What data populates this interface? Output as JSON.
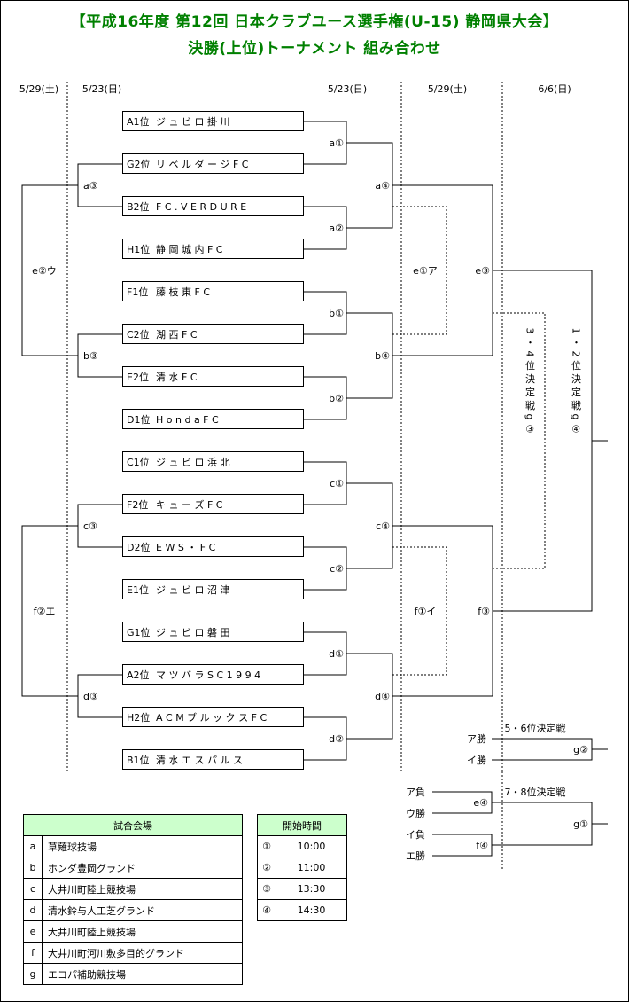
{
  "title_line1": "【平成16年度 第12回 日本クラブユース選手権(U-15) 静岡県大会】",
  "title_line2": "決勝(上位)トーナメント 組み合わせ",
  "dates": [
    "5/29(土)",
    "5/23(日)",
    "5/23(日)",
    "5/29(土)",
    "6/6(日)"
  ],
  "teams": [
    {
      "rank": "A1位",
      "name": "ジ ュ ビ ロ 掛 川"
    },
    {
      "rank": "G2位",
      "name": "リ ベ ル ダ ー ジ F C"
    },
    {
      "rank": "B2位",
      "name": "F C . V E R D U R E"
    },
    {
      "rank": "H1位",
      "name": "静 岡 城 内 F C"
    },
    {
      "rank": "F1位",
      "name": "藤 枝 東 F C"
    },
    {
      "rank": "C2位",
      "name": "湖 西 F C"
    },
    {
      "rank": "E2位",
      "name": "清 水 F C"
    },
    {
      "rank": "D1位",
      "name": "H o n d a F C"
    },
    {
      "rank": "C1位",
      "name": "ジ ュ ビ ロ 浜 北"
    },
    {
      "rank": "F2位",
      "name": "キ ュ ー ズ F C"
    },
    {
      "rank": "D2位",
      "name": "E W S ・ F C"
    },
    {
      "rank": "E1位",
      "name": "ジ ュ ビ ロ 沼 津"
    },
    {
      "rank": "G1位",
      "name": "ジ ュ ビ ロ 磐 田"
    },
    {
      "rank": "A2位",
      "name": "マ ツ バ ラ S C 1 9 9 4"
    },
    {
      "rank": "H2位",
      "name": "A C M ブ ル ッ ク ス F C"
    },
    {
      "rank": "B1位",
      "name": "清 水 エ ス パ ル ス"
    }
  ],
  "match_labels": {
    "r1": [
      "a①",
      "a②",
      "b①",
      "b②",
      "c①",
      "c②",
      "d①",
      "d②"
    ],
    "r2": [
      "a④",
      "b④",
      "c④",
      "d④"
    ],
    "semi": [
      "e③",
      "f③"
    ],
    "left_r2": [
      "a③",
      "b③",
      "c③",
      "d③"
    ],
    "left_final": [
      "e②ウ",
      "f②エ"
    ],
    "consolation": [
      "e①ア",
      "f①イ"
    ]
  },
  "final_12": "1・2位決定戦g④",
  "final_34": "3・4位決定戦g③",
  "place56": {
    "title": "5・6位決定戦",
    "entries": [
      "ア勝",
      "イ勝"
    ],
    "match": "g②"
  },
  "place78": {
    "title": "7・8位決定戦",
    "entries": [
      "ア負",
      "ウ勝",
      "イ負",
      "エ勝"
    ],
    "matches": [
      "e④",
      "f④"
    ],
    "final": "g①"
  },
  "venues": {
    "header": "試合会場",
    "rows": [
      {
        "key": "a",
        "name": "草薙球技場"
      },
      {
        "key": "b",
        "name": "ホンダ豊岡グランド"
      },
      {
        "key": "c",
        "name": "大井川町陸上競技場"
      },
      {
        "key": "d",
        "name": "清水鈴与人工芝グランド"
      },
      {
        "key": "e",
        "name": "大井川町陸上競技場"
      },
      {
        "key": "f",
        "name": "大井川町河川敷多目的グランド"
      },
      {
        "key": "g",
        "name": "エコパ補助競技場"
      }
    ]
  },
  "times": {
    "header": "開始時間",
    "rows": [
      {
        "key": "①",
        "time": "10:00"
      },
      {
        "key": "②",
        "time": "11:00"
      },
      {
        "key": "③",
        "time": "13:30"
      },
      {
        "key": "④",
        "time": "14:30"
      }
    ]
  }
}
